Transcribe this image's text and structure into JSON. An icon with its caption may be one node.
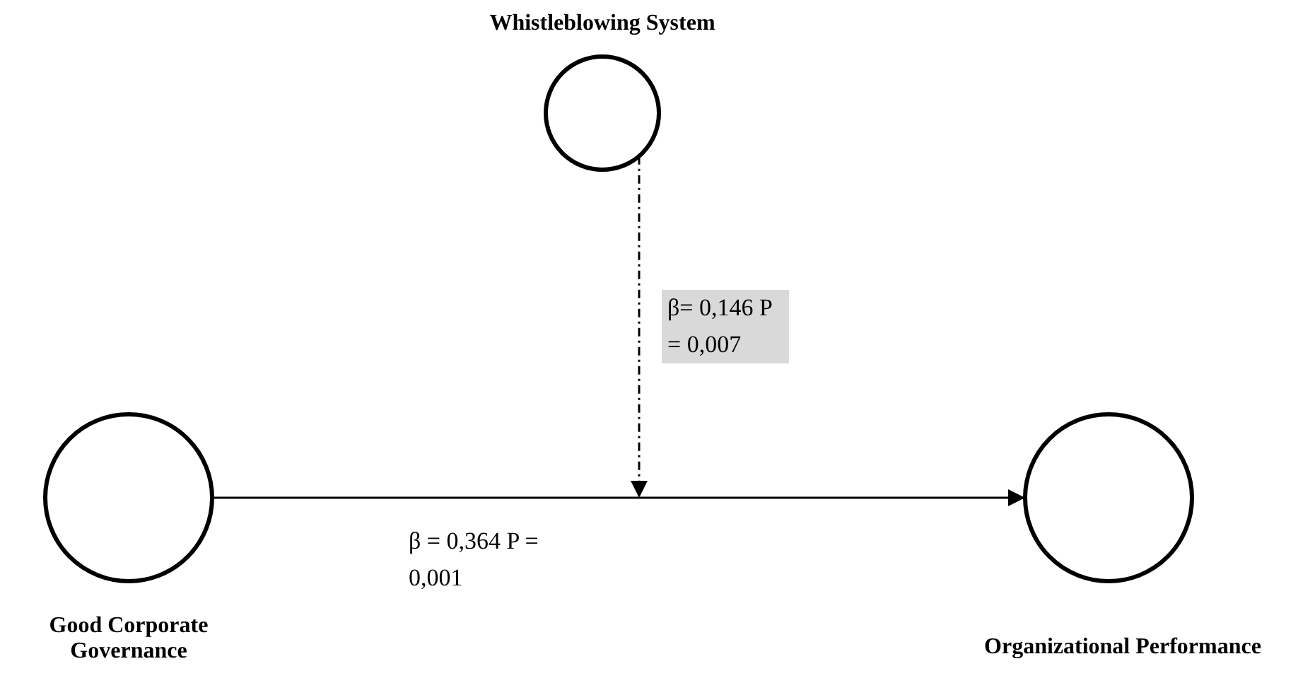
{
  "diagram": {
    "nodes": [
      {
        "text": [
          "Whistleblowing System"
        ]
      },
      {
        "text": [
          "Good Corporate Governance"
        ]
      },
      {
        "text": [
          "Organizational Performance"
        ]
      }
    ],
    "edges": [
      {
        "from": 1,
        "to": 2,
        "arrow": "to",
        "label": "β = 0,364 P = 0,001"
      },
      {
        "from": 0,
        "to": null,
        "arrow": "to",
        "style": "dashed",
        "label": "β= 0,146 P = 0,007"
      }
    ]
  }
}
